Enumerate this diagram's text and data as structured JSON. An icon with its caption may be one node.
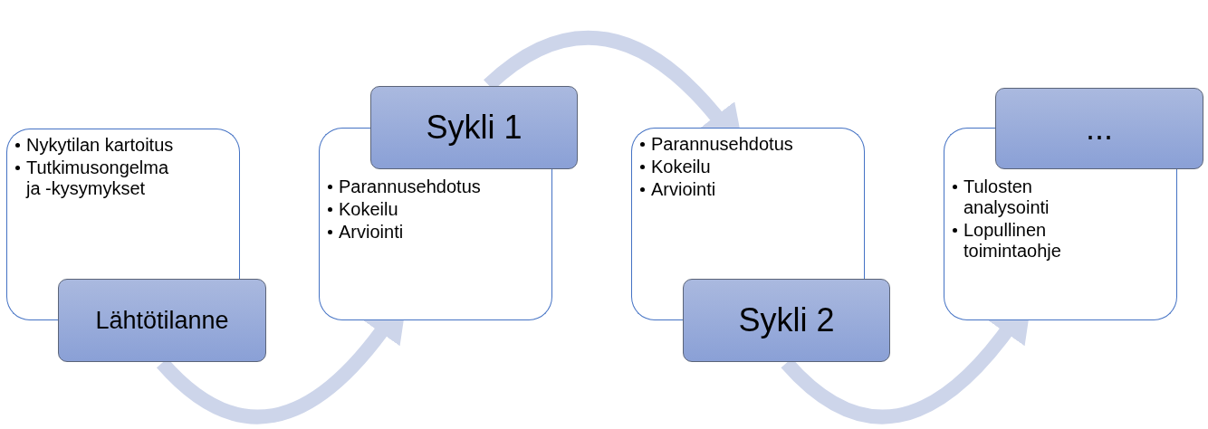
{
  "diagram": {
    "nodes": [
      {
        "text": [
          "Nykytilan kartoitus",
          "Tutkimusongelma ja -kysymykset"
        ]
      },
      {
        "text": [
          "Lähtötilanne"
        ]
      },
      {
        "text": [
          "Sykli 1"
        ]
      },
      {
        "text": [
          "Parannusehdotus",
          "Kokeilu",
          "Arviointi"
        ]
      },
      {
        "text": [
          "Parannusehdotus",
          "Kokeilu",
          "Arviointi"
        ]
      },
      {
        "text": [
          "Sykli 2"
        ]
      },
      {
        "text": [
          "..."
        ]
      },
      {
        "text": [
          "Tulosten analysointi",
          "Lopullinen toimintaohje"
        ]
      }
    ],
    "edges": [
      {
        "from": 1,
        "to": 3,
        "arrow": "to"
      },
      {
        "from": 2,
        "to": 4,
        "arrow": "to"
      },
      {
        "from": 5,
        "to": 7,
        "arrow": "to"
      }
    ]
  }
}
